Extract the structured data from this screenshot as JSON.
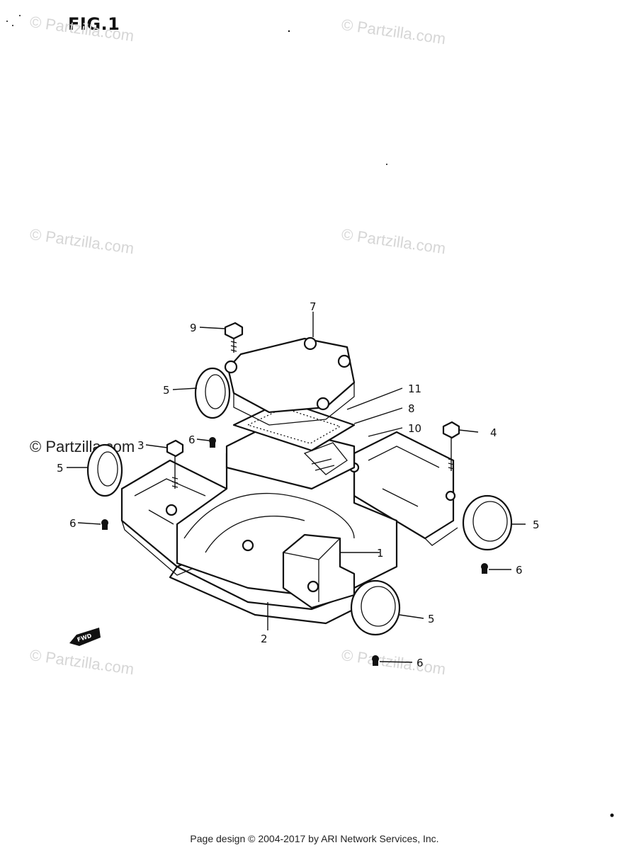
{
  "figure": {
    "title": "FIG.1"
  },
  "watermarks": [
    "© Partzilla.com",
    "© Partzilla.com",
    "© Partzilla.com",
    "© Partzilla.com",
    "© Partzilla.com",
    "© Partzilla.com"
  ],
  "overlay_watermark": "© Partzilla.com",
  "fwd_label": "FWD",
  "callouts": [
    "1",
    "2",
    "3",
    "4",
    "5",
    "5",
    "5",
    "5",
    "6",
    "6",
    "6",
    "6",
    "7",
    "8",
    "9",
    "10",
    "11"
  ],
  "footer": {
    "text": "Page design © 2004-2017 by ARI Network Services, Inc."
  }
}
